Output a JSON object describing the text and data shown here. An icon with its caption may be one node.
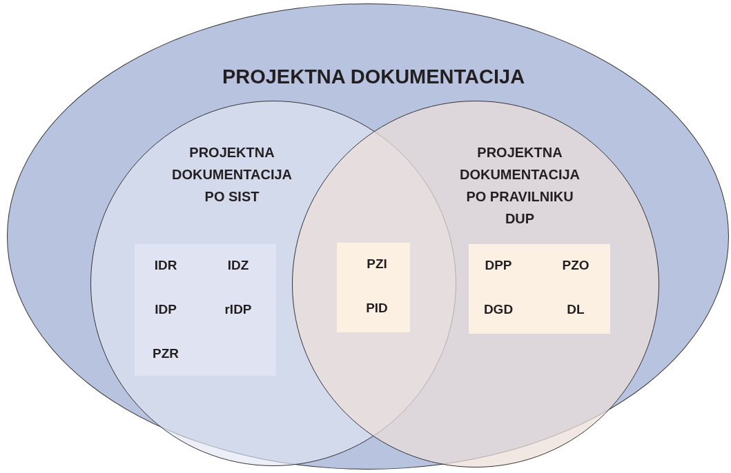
{
  "diagram": {
    "nodes": [
      {
        "text": [
          "PROJEKTNA DOKUMENTACIJA"
        ]
      },
      {
        "text": [
          "PROJEKTNA DOKUMENTACIJA PO SIST"
        ],
        "in": 0
      },
      {
        "text": [
          "PROJEKTNA DOKUMENTACIJA PO PRAVILNIKU DUP"
        ],
        "in": 0
      },
      {
        "text": [
          "IDR",
          "IDZ",
          "IDP",
          "rIDP",
          "PZR"
        ],
        "in": 1
      },
      {
        "text": [
          "PZI",
          "PID"
        ]
      },
      {
        "text": [
          "DPP",
          "PZO",
          "DGD",
          "DL"
        ],
        "in": 2
      }
    ]
  }
}
